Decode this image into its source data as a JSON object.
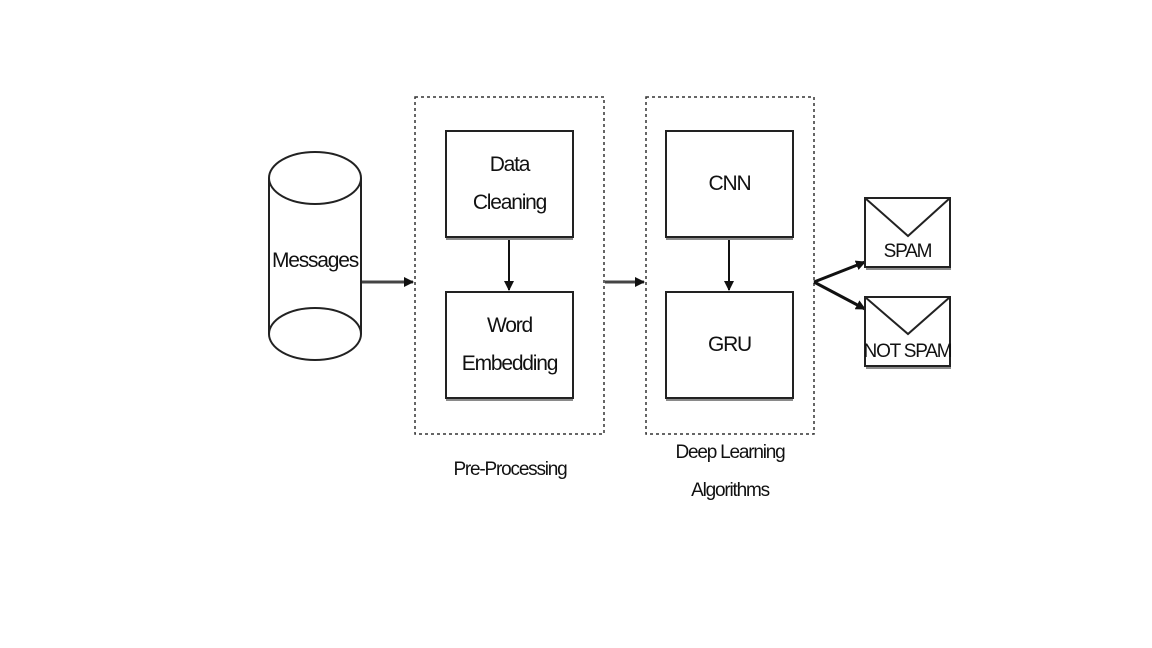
{
  "diagram": {
    "source": {
      "label": "Messages"
    },
    "preprocessing": {
      "caption": "Pre-Processing",
      "steps": [
        {
          "line1": "Data",
          "line2": "Cleaning"
        },
        {
          "line1": "Word",
          "line2": "Embedding"
        }
      ]
    },
    "deep_learning": {
      "caption_line1": "Deep Learning",
      "caption_line2": "Algorithms",
      "steps": [
        {
          "label": "CNN"
        },
        {
          "label": "GRU"
        }
      ]
    },
    "outputs": [
      {
        "label": "SPAM"
      },
      {
        "label": "NOT SPAM"
      }
    ]
  }
}
